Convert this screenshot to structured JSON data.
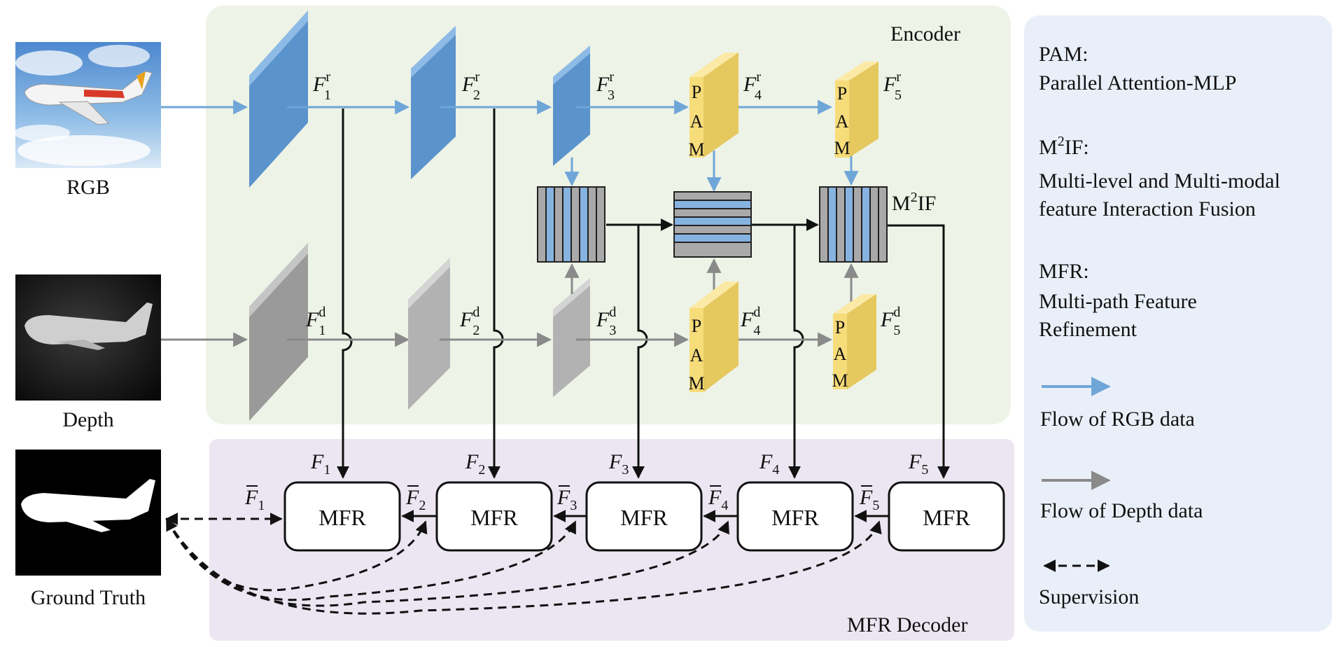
{
  "encoder_label": "Encoder",
  "decoder_label": "MFR Decoder",
  "inputs": {
    "rgb": "RGB",
    "depth": "Depth",
    "ground_truth": "Ground Truth"
  },
  "pam_letters": [
    "P",
    "A",
    "M"
  ],
  "m2if": {
    "prefix": "M",
    "sup": "2",
    "suffix": "IF"
  },
  "rgb_features": [
    {
      "base": "F",
      "sup": "r",
      "sub": "1"
    },
    {
      "base": "F",
      "sup": "r",
      "sub": "2"
    },
    {
      "base": "F",
      "sup": "r",
      "sub": "3"
    },
    {
      "base": "F",
      "sup": "r",
      "sub": "4"
    },
    {
      "base": "F",
      "sup": "r",
      "sub": "5"
    }
  ],
  "depth_features": [
    {
      "base": "F",
      "sup": "d",
      "sub": "1"
    },
    {
      "base": "F",
      "sup": "d",
      "sub": "2"
    },
    {
      "base": "F",
      "sup": "d",
      "sub": "3"
    },
    {
      "base": "F",
      "sup": "d",
      "sub": "4"
    },
    {
      "base": "F",
      "sup": "d",
      "sub": "5"
    }
  ],
  "fused_features": [
    {
      "base": "F",
      "sub": "1"
    },
    {
      "base": "F",
      "sub": "2"
    },
    {
      "base": "F",
      "sub": "3"
    },
    {
      "base": "F",
      "sub": "4"
    },
    {
      "base": "F",
      "sub": "5"
    }
  ],
  "refined_features": [
    {
      "base": "F",
      "sub": "1"
    },
    {
      "base": "F",
      "sub": "2"
    },
    {
      "base": "F",
      "sub": "3"
    },
    {
      "base": "F",
      "sub": "4"
    },
    {
      "base": "F",
      "sub": "5"
    }
  ],
  "mfr_label": "MFR",
  "legend": {
    "pam_title": "PAM:",
    "pam_desc": "Parallel Attention-MLP",
    "m2if_title_prefix": "M",
    "m2if_title_sup": "2",
    "m2if_title_suffix": "IF:",
    "m2if_desc_1": "Multi-level and Multi-modal",
    "m2if_desc_2": "feature Interaction Fusion",
    "mfr_title": "MFR:",
    "mfr_desc_1": "Multi-path Feature",
    "mfr_desc_2": "Refinement",
    "rgb_flow": "Flow of RGB data",
    "depth_flow": "Flow of Depth data",
    "supervision": "Supervision"
  },
  "colors": {
    "encoder_bg": "#edf3e6",
    "decoder_bg": "#ebe6f2",
    "legend_bg": "#e9eff8",
    "rgb_arrow": "#6fa6d8",
    "depth_arrow": "#8a8a8a",
    "rgb_block": "#6a9fd4",
    "depth_block": "#a9a9a9",
    "pam_block": "#f7dc7a"
  }
}
